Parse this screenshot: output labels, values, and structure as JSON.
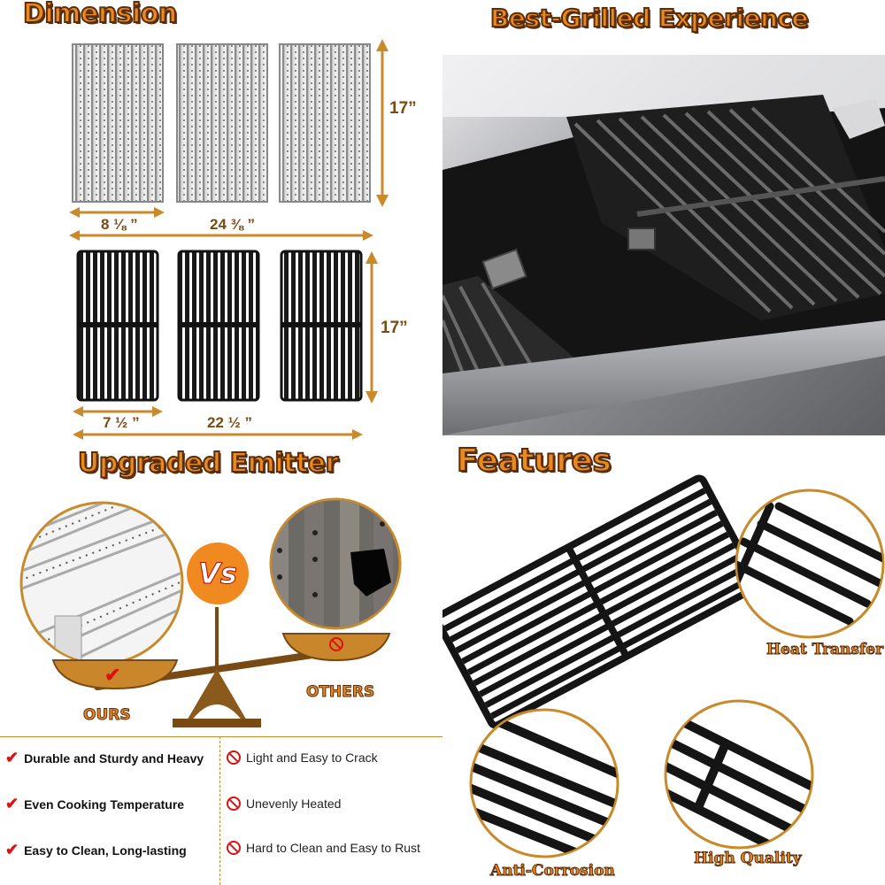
{
  "dimension": {
    "title": "Dimension",
    "height_top": "17”",
    "width_single_top": "8 ⅛ ”",
    "width_total_top": "24 ⅜ ”",
    "height_bottom": "17”",
    "width_single_bottom": "7 ½ ”",
    "width_total_bottom": "22 ½ ”"
  },
  "experience": {
    "title": "Best-Grilled Experience"
  },
  "emitter": {
    "title": "Upgraded Emitter",
    "vs": "Vs",
    "ours_label": "OURS",
    "others_label": "OTHERS",
    "ours_points": [
      "Durable and Sturdy and Heavy",
      "Even Cooking Temperature",
      "Easy to Clean, Long-lasting"
    ],
    "others_points": [
      "Light and Easy to Crack",
      "Unevenly Heated",
      "Hard to Clean and Easy to Rust"
    ]
  },
  "features": {
    "title": "Features",
    "heat_transfer": "Heat Transfer",
    "anti_corrosion": "Anti-Corrosion",
    "high_quality": "High Quality"
  },
  "colors": {
    "accent_orange": "#e98a1f",
    "outline_brown": "#5a2d0c",
    "arrow_brown": "#c88a2a",
    "check_red": "#dd1111"
  }
}
